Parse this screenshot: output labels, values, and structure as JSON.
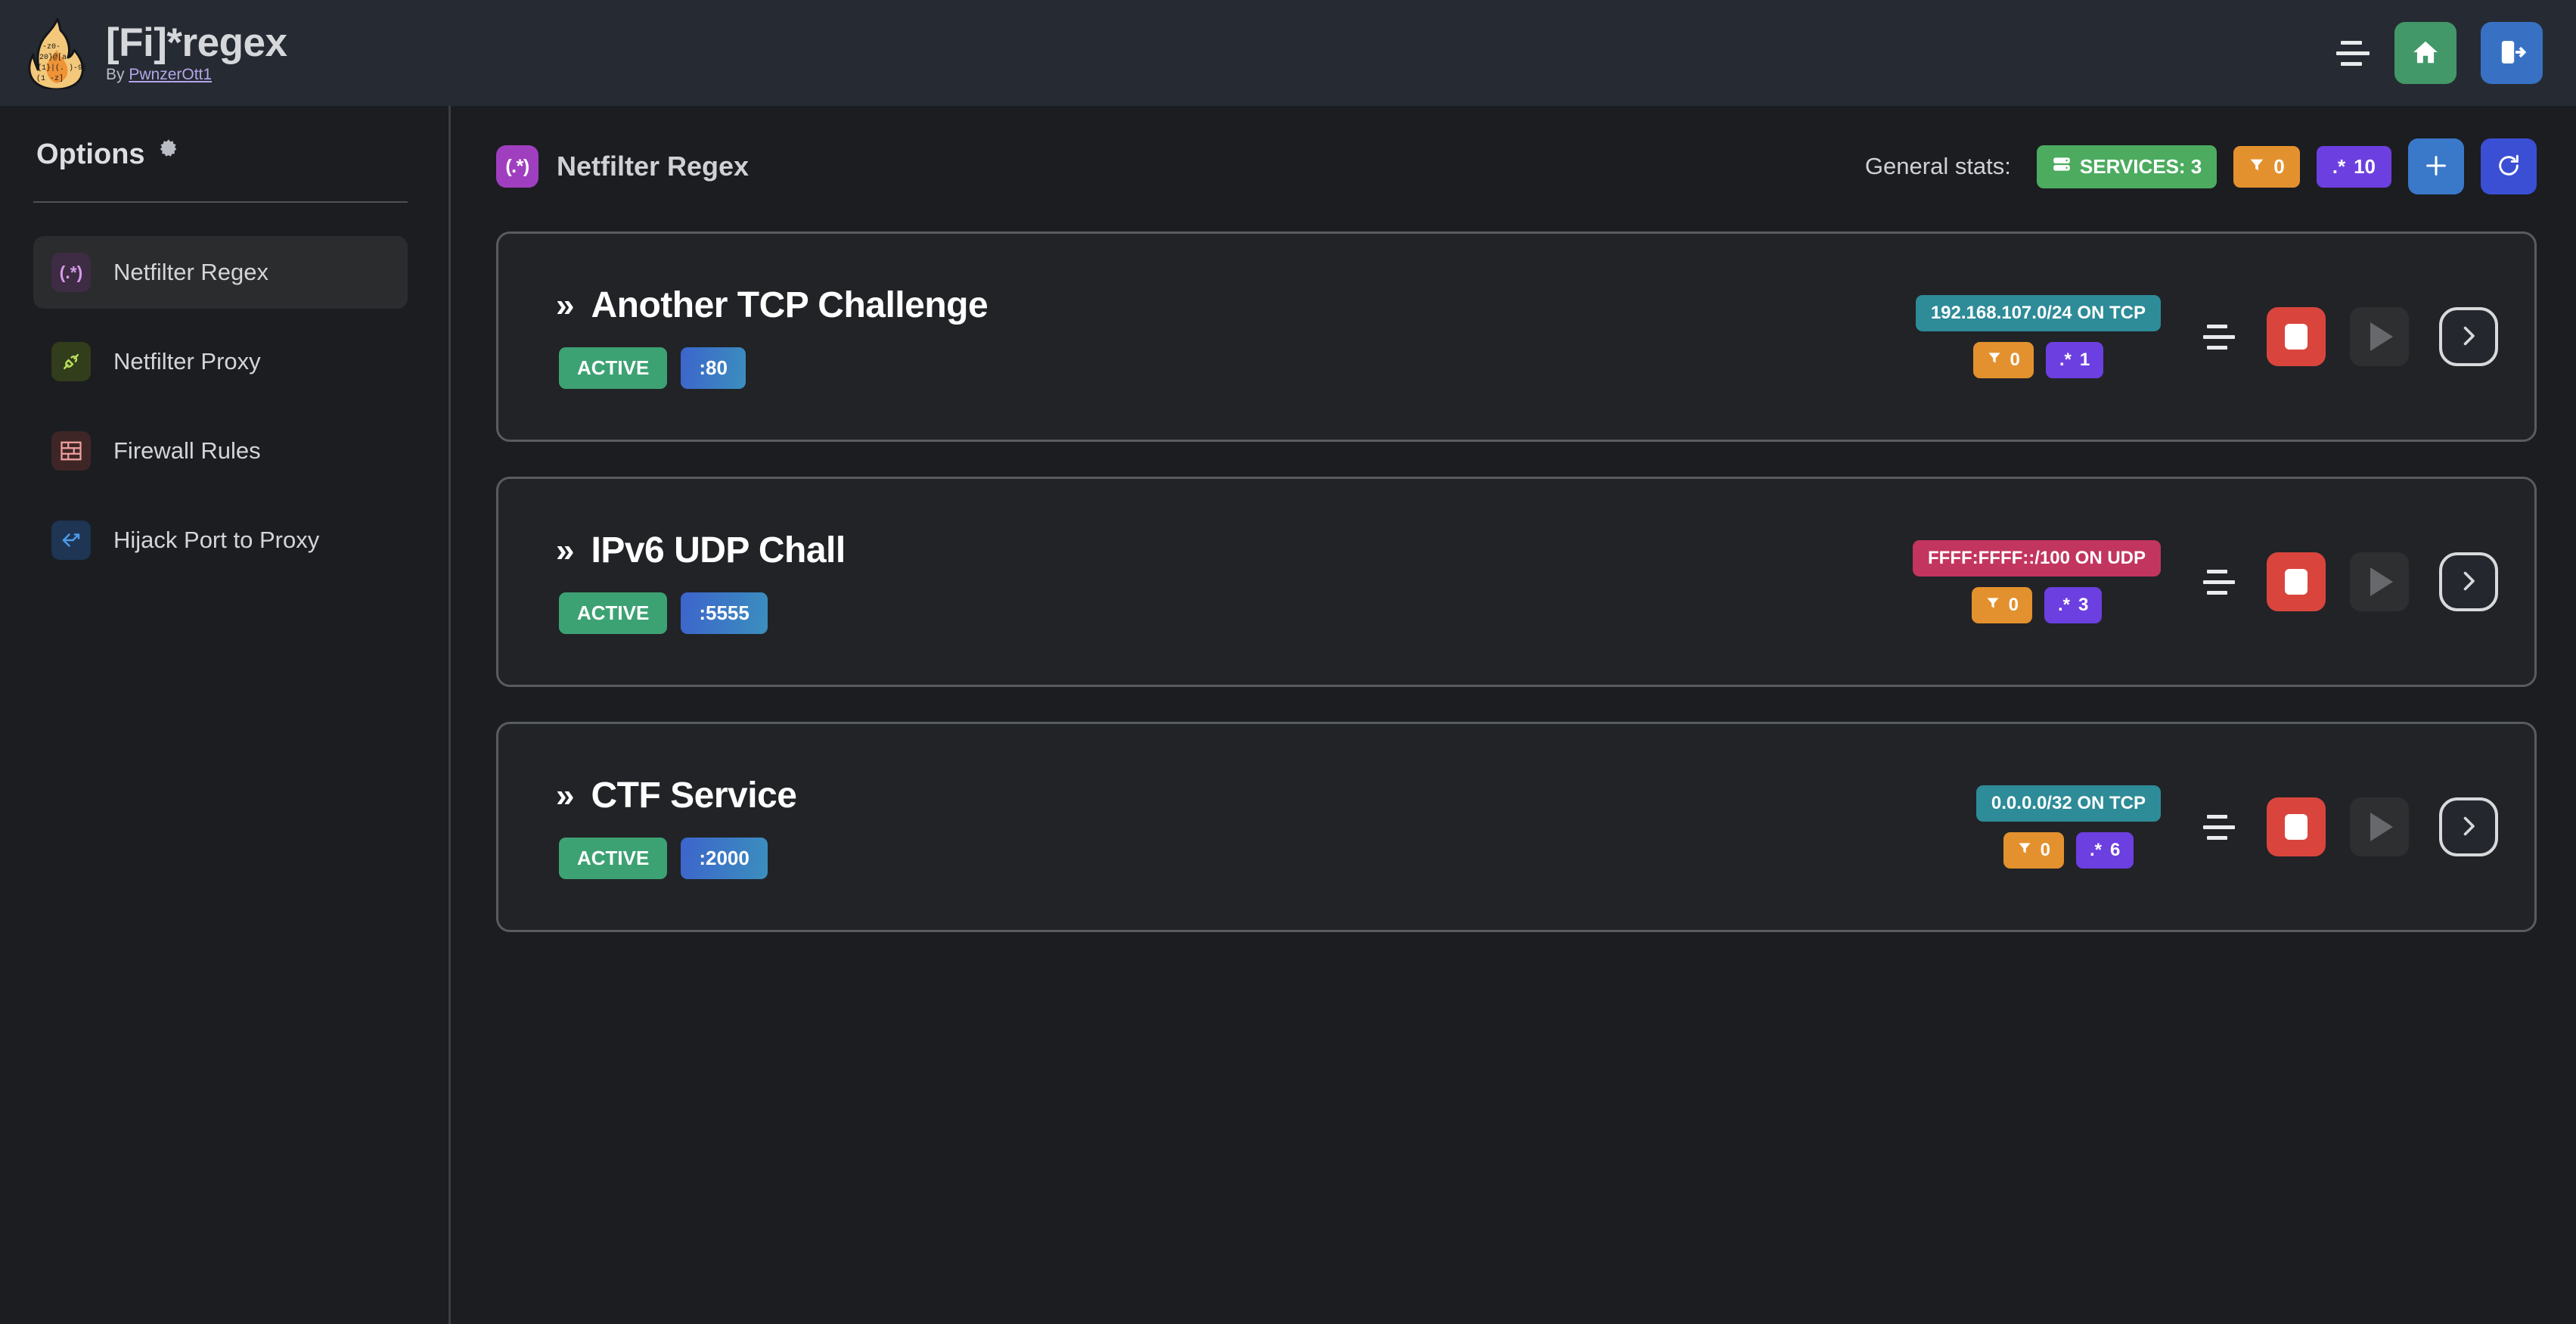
{
  "header": {
    "logo_icon": "flame-regex-logo",
    "title": "[Fi]*regex",
    "by_prefix": "By ",
    "author": "PwnzerOtt1",
    "menu_icon": "hamburger-menu-icon",
    "home_icon": "home-icon",
    "logout_icon": "logout-icon"
  },
  "sidebar": {
    "heading": "Options",
    "heading_icon": "gear-icon",
    "items": [
      {
        "label": "Netfilter Regex",
        "icon": "regex-icon",
        "glyph": "(.*)",
        "active": true
      },
      {
        "label": "Netfilter Proxy",
        "icon": "plug-connection-icon",
        "glyph": "",
        "active": false
      },
      {
        "label": "Firewall Rules",
        "icon": "brick-wall-icon",
        "glyph": "",
        "active": false
      },
      {
        "label": "Hijack Port to Proxy",
        "icon": "fork-arrow-icon",
        "glyph": "",
        "active": false
      }
    ]
  },
  "main": {
    "page_icon": "regex-icon",
    "page_icon_glyph": "(.*)",
    "page_title": "Netfilter Regex",
    "stats": {
      "label": "General stats:",
      "services_icon": "server-icon",
      "services_text": "SERVICES: 3",
      "filters_icon": "funnel-icon",
      "filters_count": "0",
      "regex_icon": "regex-dot-star-icon",
      "regex_glyph": ".*",
      "regex_count": "10",
      "add_icon": "plus-icon",
      "refresh_icon": "refresh-icon"
    },
    "cards": [
      {
        "chevrons": "»",
        "name": "Another TCP Challenge",
        "status": "ACTIVE",
        "port": ":80",
        "network": "192.168.107.0/24 ON TCP",
        "network_kind": "tcp",
        "filters_count": "0",
        "regex_glyph": ".*",
        "regex_count": "1",
        "drag_icon": "drag-handle-icon",
        "stop_icon": "stop-icon",
        "play_icon": "play-icon",
        "open_icon": "chevron-right-icon"
      },
      {
        "chevrons": "»",
        "name": "IPv6 UDP Chall",
        "status": "ACTIVE",
        "port": ":5555",
        "network": "FFFF:FFFF::/100 ON UDP",
        "network_kind": "udp",
        "filters_count": "0",
        "regex_glyph": ".*",
        "regex_count": "3",
        "drag_icon": "drag-handle-icon",
        "stop_icon": "stop-icon",
        "play_icon": "play-icon",
        "open_icon": "chevron-right-icon"
      },
      {
        "chevrons": "»",
        "name": "CTF Service",
        "status": "ACTIVE",
        "port": ":2000",
        "network": "0.0.0.0/32 ON TCP",
        "network_kind": "tcp",
        "filters_count": "0",
        "regex_glyph": ".*",
        "regex_count": "6",
        "drag_icon": "drag-handle-icon",
        "stop_icon": "stop-icon",
        "play_icon": "play-icon",
        "open_icon": "chevron-right-icon"
      }
    ]
  },
  "colors": {
    "page_bg": "#1b1d21",
    "topbar_bg": "#262b33",
    "card_bg": "#212327",
    "card_border": "#585c61",
    "accent_green": "#4cab5f",
    "accent_orange": "#e3912e",
    "accent_purple": "#6c3fe0",
    "accent_red": "#d9453c",
    "accent_blue": "#3a78c9",
    "accent_indigo": "#3b4fd4",
    "accent_teal": "#2e8b98",
    "accent_pink": "#c2355f",
    "active_green": "#3da273",
    "link_purple": "#b3a6e8"
  }
}
